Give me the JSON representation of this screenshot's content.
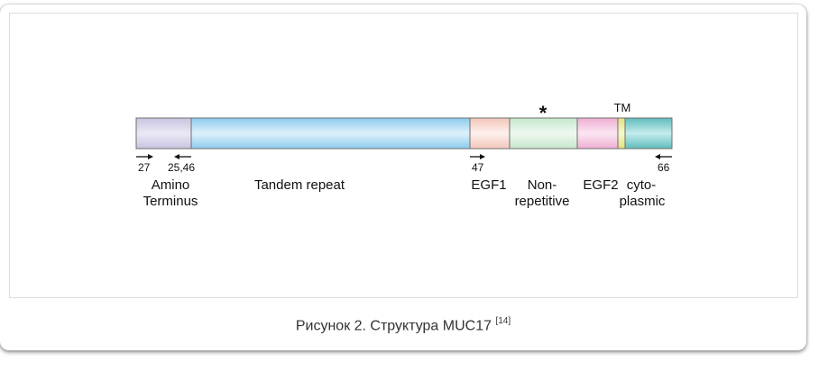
{
  "figure": {
    "caption": {
      "text": "Рисунок 2. Структура MUC17 ",
      "ref": "[14]"
    },
    "colors": {
      "amino": "#d8d4ea",
      "tandem_repeat": "#aad9f2",
      "egf1": "#f7d6cf",
      "non_repetitive": "#d6edd9",
      "egf2": "#f3c3de",
      "tm": "#e9eb9a",
      "cytoplasmic": "#7fcccc",
      "outline": "#6f6f6f"
    },
    "domains": {
      "amino": {
        "line1": "Amino",
        "line2": "Terminus"
      },
      "tandem_repeat": {
        "label": "Tandem repeat"
      },
      "egf1": {
        "label": "EGF1"
      },
      "non_repetitive": {
        "line1": "Non-",
        "line2": "repetitive",
        "marker": "*"
      },
      "egf2": {
        "label": "EGF2"
      },
      "tm": {
        "label": "TM"
      },
      "cytoplasmic": {
        "line1": "cyto-",
        "line2": "plasmic"
      }
    },
    "primers": [
      {
        "label": "27",
        "direction": "forward"
      },
      {
        "label": "25,46",
        "direction": "reverse"
      },
      {
        "label": "47",
        "direction": "forward"
      },
      {
        "label": "66",
        "direction": "reverse"
      }
    ]
  }
}
